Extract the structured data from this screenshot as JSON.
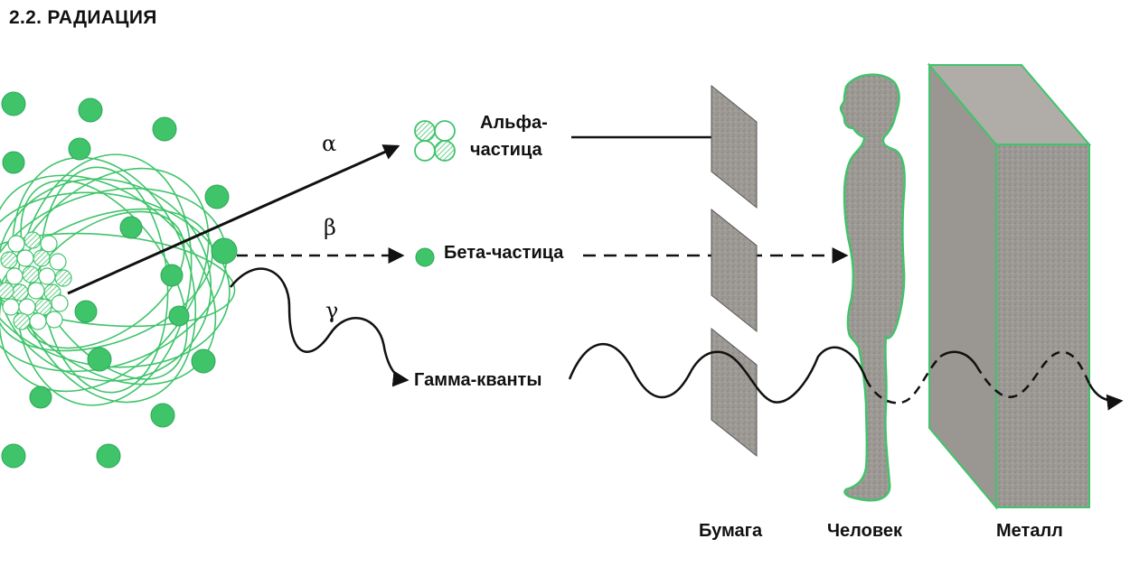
{
  "title": "2.2. РАДИАЦИЯ",
  "rays": {
    "alpha_symbol": "α",
    "beta_symbol": "β",
    "gamma_symbol": "γ"
  },
  "particles": {
    "alpha_line1": "Альфа-",
    "alpha_line2": "частица",
    "beta": "Бета-частица",
    "gamma": "Гамма-кванты"
  },
  "barriers": {
    "paper": "Бумага",
    "human": "Человек",
    "metal": "Металл"
  },
  "colors": {
    "green": "#3fc46a",
    "green_light": "#8fe3a6",
    "gray": "#9a9792",
    "ink": "#111111"
  }
}
